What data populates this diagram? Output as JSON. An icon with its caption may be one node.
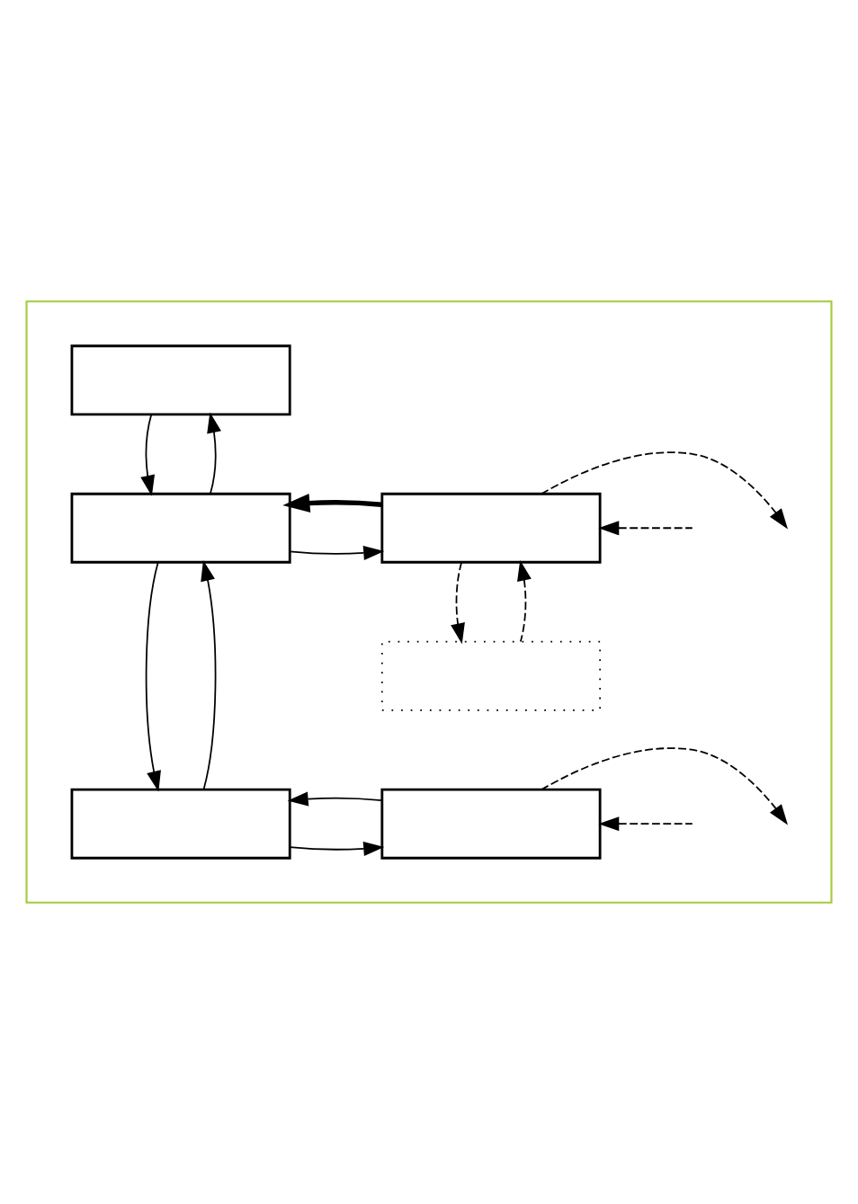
{
  "diagram": {
    "nodes": [
      {
        "text": [],
        "shape": "box"
      },
      {
        "text": [],
        "shape": "box",
        "in": 0
      },
      {
        "text": [],
        "shape": "box",
        "in": 0
      },
      {
        "text": [],
        "shape": "box",
        "in": 0
      },
      {
        "text": [],
        "shape": "box",
        "in": 0
      },
      {
        "text": [],
        "shape": "box",
        "in": 0
      },
      {
        "text": [],
        "shape": "box",
        "in": 0
      }
    ],
    "edges": [
      {
        "from": 1,
        "to": 2,
        "arrow": "to"
      },
      {
        "from": 2,
        "to": 1,
        "arrow": "to"
      },
      {
        "from": 2,
        "to": 3,
        "arrow": "to"
      },
      {
        "from": 3,
        "to": 2,
        "arrow": "to",
        "style": "thick"
      },
      {
        "from": 3,
        "to": null,
        "arrow": "to",
        "style": "dashed"
      },
      {
        "from": null,
        "to": 3,
        "arrow": "to",
        "style": "dashed"
      },
      {
        "from": 3,
        "to": 4,
        "arrow": "to",
        "style": "dashed"
      },
      {
        "from": 4,
        "to": 3,
        "arrow": "to",
        "style": "dashed"
      },
      {
        "from": 2,
        "to": 5,
        "arrow": "to"
      },
      {
        "from": 5,
        "to": 2,
        "arrow": "to"
      },
      {
        "from": 5,
        "to": 6,
        "arrow": "to"
      },
      {
        "from": 6,
        "to": 5,
        "arrow": "to"
      },
      {
        "from": 6,
        "to": null,
        "arrow": "to",
        "style": "dashed"
      },
      {
        "from": null,
        "to": 6,
        "arrow": "to",
        "style": "dashed"
      }
    ]
  }
}
